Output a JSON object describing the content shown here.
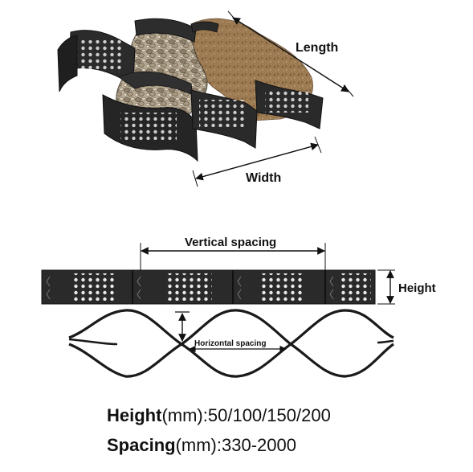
{
  "diagram": {
    "labels": {
      "length": "Length",
      "width": "Width",
      "vertical_spacing": "Vertical spacing",
      "height": "Height",
      "horizontal_spacing": "Horizontal spacing"
    },
    "specs": [
      {
        "name": "Height",
        "unit": "(mm)",
        "value": ":50/100/150/200"
      },
      {
        "name": "Spacing",
        "unit": "(mm)",
        "value": ":330-2000"
      }
    ]
  }
}
